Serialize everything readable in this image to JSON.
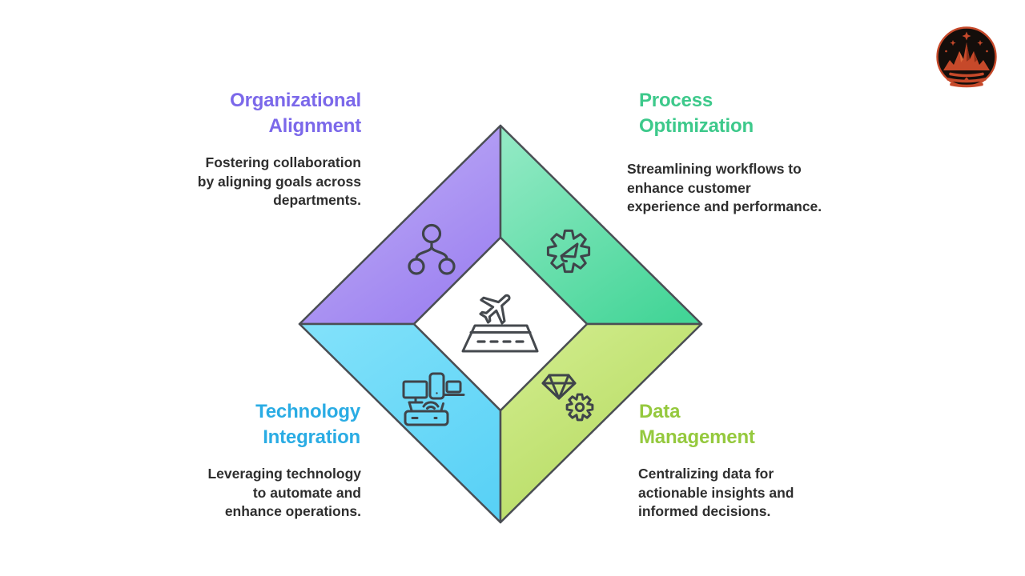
{
  "page": {
    "background": "#ffffff"
  },
  "logo": {
    "icon": "crown-mountains-logo",
    "ring_color": "#c6492a",
    "background": "#140e0b",
    "emblem_color": "#c6492a"
  },
  "diagram": {
    "type": "diamond-quadrant-infographic",
    "outline_color": "#4a4e54",
    "icon_stroke_color": "#3f444a",
    "text_color": "#2e2e2e",
    "center": {
      "icon": "plane-takeoff-runway-icon",
      "fill": "#ffffff",
      "stroke": "#45494e"
    },
    "quadrants": [
      {
        "id": "organizational-alignment",
        "position": "top-left",
        "title": "Organizational\nAlignment",
        "description": "Fostering collaboration\nby aligning goals across\ndepartments.",
        "title_color": "#7b68ea",
        "fill_from": "#c0aff6",
        "fill_to": "#9a7ef0",
        "icon": "org-hierarchy-icon"
      },
      {
        "id": "process-optimization",
        "position": "top-right",
        "title": "Process\nOptimization",
        "description": "Streamlining workflows to\nenhance customer\nexperience and performance.",
        "title_color": "#3dc98b",
        "fill_from": "#90e9c3",
        "fill_to": "#43d597",
        "icon": "gear-megaphone-icon"
      },
      {
        "id": "technology-integration",
        "position": "bottom-left",
        "title": "Technology\nIntegration",
        "description": "Leveraging technology\nto automate and\nenhance operations.",
        "title_color": "#2aace4",
        "fill_from": "#80e1fa",
        "fill_to": "#59d1f6",
        "icon": "devices-network-icon"
      },
      {
        "id": "data-management",
        "position": "bottom-right",
        "title": "Data\nManagement",
        "description": "Centralizing data for\nactionable insights and\ninformed decisions.",
        "title_color": "#95c93e",
        "fill_from": "#d1ec8c",
        "fill_to": "#b1d85b",
        "icon": "gem-gear-icon"
      }
    ]
  }
}
